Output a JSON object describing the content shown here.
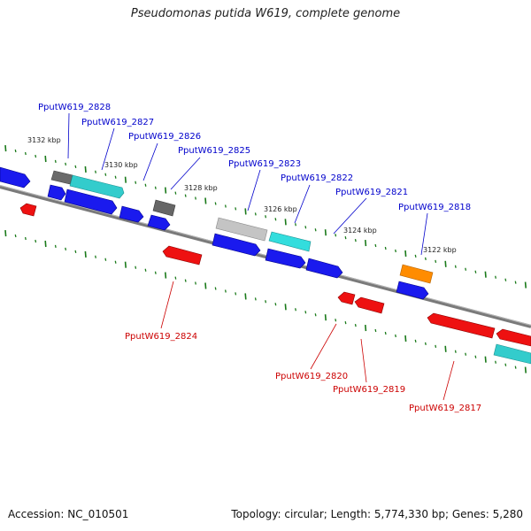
{
  "title": "Pseudomonas putida W619, complete genome",
  "footer": {
    "accession": "Accession: NC_010501",
    "summary": "Topology: circular; Length: 5,774,330 bp; Genes: 5,280"
  },
  "colors": {
    "forward_label": "#0000cc",
    "reverse_label": "#cc0000",
    "tick": "#1a7a1a",
    "backbone": "#808080"
  },
  "scale_labels": [
    {
      "text": "3132 kbp"
    },
    {
      "text": "3130 kbp"
    },
    {
      "text": "3128 kbp"
    },
    {
      "text": "3126 kbp"
    },
    {
      "text": "3124 kbp"
    },
    {
      "text": "3122 kbp"
    }
  ],
  "gene_labels": [
    {
      "text": "PputW619_2828",
      "strand": "forward"
    },
    {
      "text": "PputW619_2827",
      "strand": "forward"
    },
    {
      "text": "PputW619_2826",
      "strand": "forward"
    },
    {
      "text": "PputW619_2825",
      "strand": "forward"
    },
    {
      "text": "PputW619_2823",
      "strand": "forward"
    },
    {
      "text": "PputW619_2822",
      "strand": "forward"
    },
    {
      "text": "PputW619_2821",
      "strand": "forward"
    },
    {
      "text": "PputW619_2818",
      "strand": "forward"
    },
    {
      "text": "PputW619_2824",
      "strand": "reverse"
    },
    {
      "text": "PputW619_2820",
      "strand": "reverse"
    },
    {
      "text": "PputW619_2819",
      "strand": "reverse"
    },
    {
      "text": "PputW619_2817",
      "strand": "reverse"
    }
  ]
}
